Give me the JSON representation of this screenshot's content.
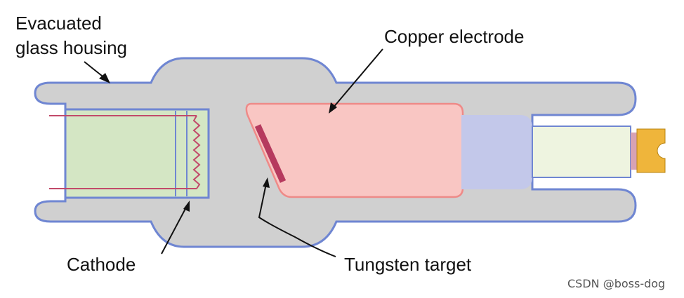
{
  "labels": {
    "housing_line1": "Evacuated",
    "housing_line2": "glass housing",
    "copper": "Copper electrode",
    "cathode": "Cathode",
    "tungsten": "Tungsten target"
  },
  "watermark": "CSDN @boss-dog",
  "colors": {
    "glass_fill": "#d0d0d0",
    "glass_outline": "#6f86d2",
    "cathode_fill": "#d4e6c4",
    "filament": "#c24a6a",
    "copper_fill": "#f9c6c3",
    "copper_outline": "#ee8a88",
    "tungsten": "#b63a5e",
    "insulator_fill": "#c3c8ea",
    "rod_fill": "#eef4e0",
    "connector_fill": "#efb53b",
    "connector_band": "#d7a2b4"
  }
}
